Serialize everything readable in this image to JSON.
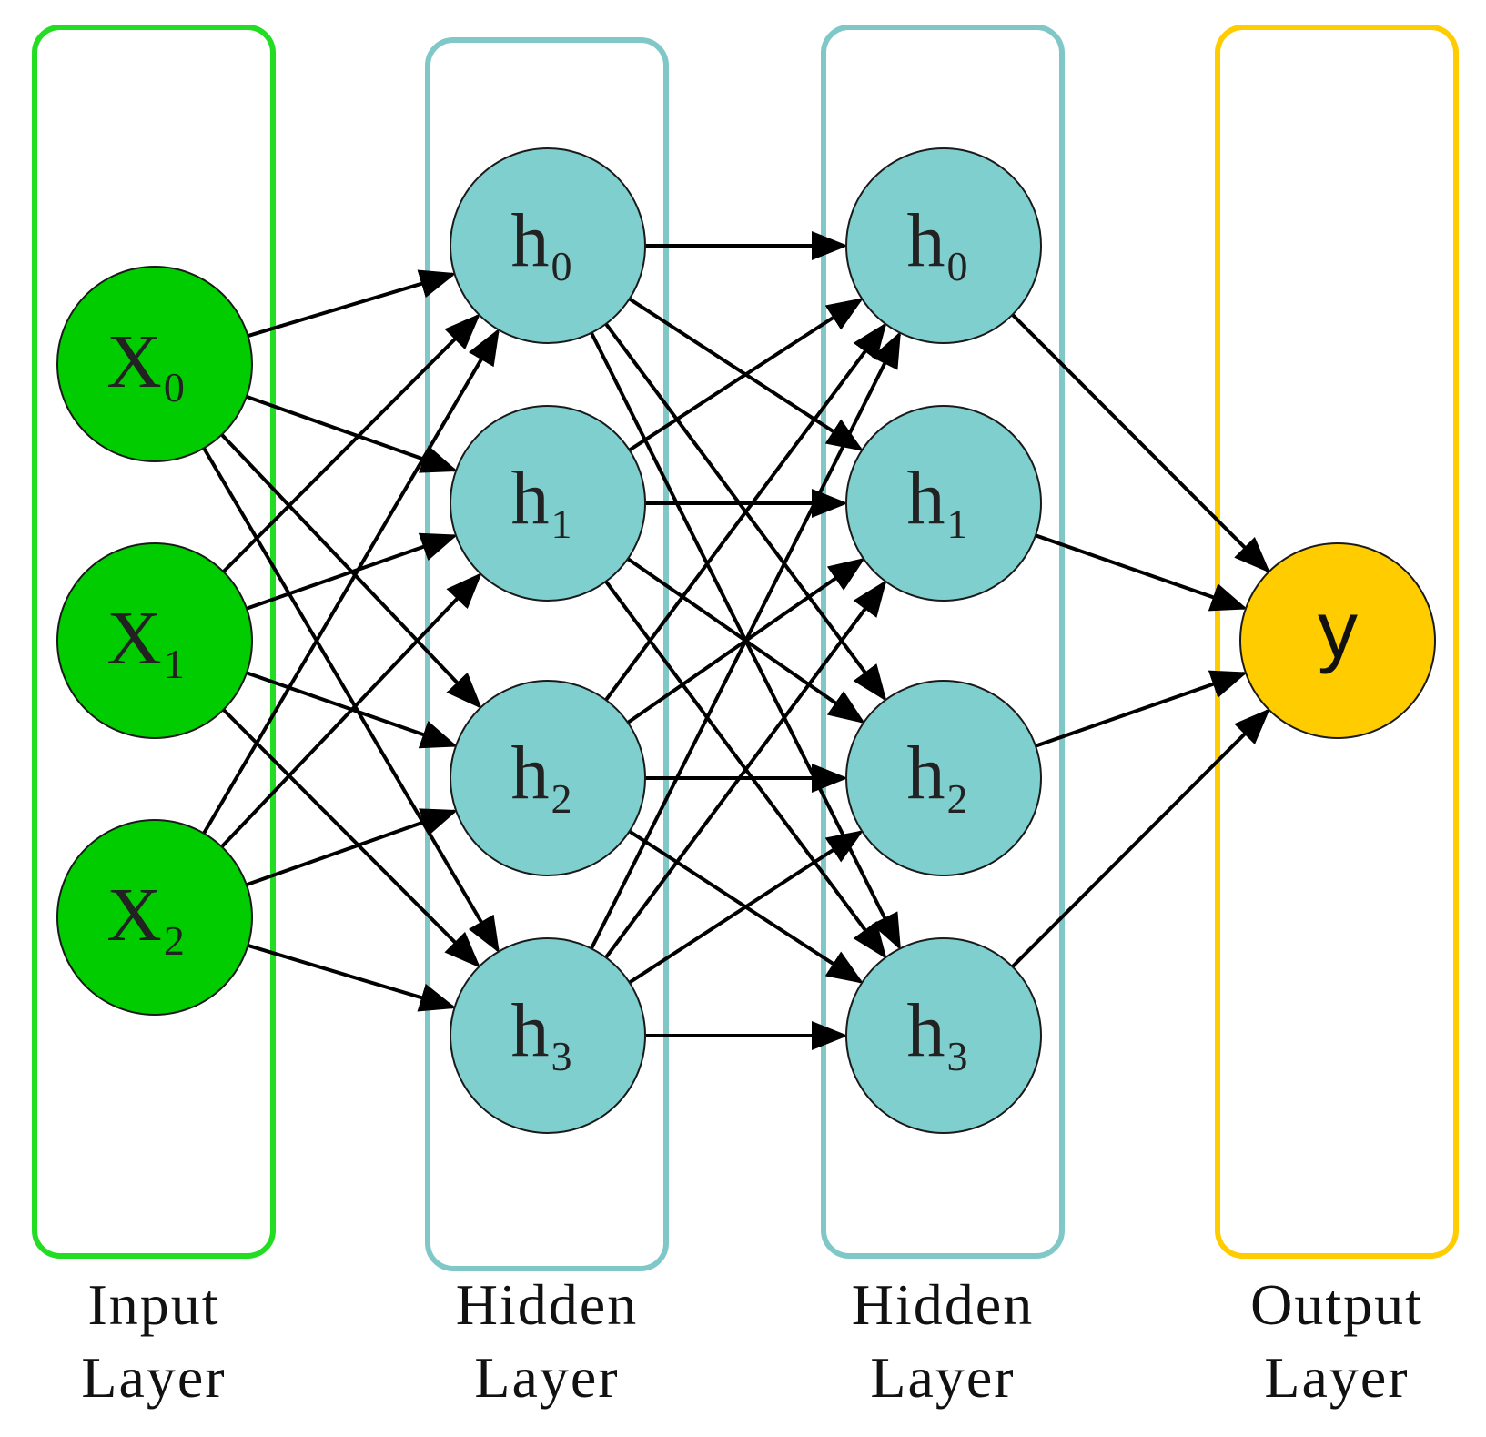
{
  "colors": {
    "input": "#00cc00",
    "input_box": "#22dd22",
    "hidden": "#80cfcf",
    "hidden_box": "#80c8c8",
    "output": "#ffcc00",
    "output_box": "#ffcc00",
    "edge": "#000000"
  },
  "layers": [
    {
      "label_line1": "Input",
      "label_line2": "Layer",
      "nodes": [
        {
          "base": "X",
          "sub": "0"
        },
        {
          "base": "X",
          "sub": "1"
        },
        {
          "base": "X",
          "sub": "2"
        }
      ]
    },
    {
      "label_line1": "Hidden",
      "label_line2": "Layer",
      "nodes": [
        {
          "base": "h",
          "sub": "0"
        },
        {
          "base": "h",
          "sub": "1"
        },
        {
          "base": "h",
          "sub": "2"
        },
        {
          "base": "h",
          "sub": "3"
        }
      ]
    },
    {
      "label_line1": "Hidden",
      "label_line2": "Layer",
      "nodes": [
        {
          "base": "h",
          "sub": "0"
        },
        {
          "base": "h",
          "sub": "1"
        },
        {
          "base": "h",
          "sub": "2"
        },
        {
          "base": "h",
          "sub": "3"
        }
      ]
    },
    {
      "label_line1": "Output",
      "label_line2": "Layer",
      "nodes": [
        {
          "base": "y",
          "sub": ""
        }
      ]
    }
  ]
}
